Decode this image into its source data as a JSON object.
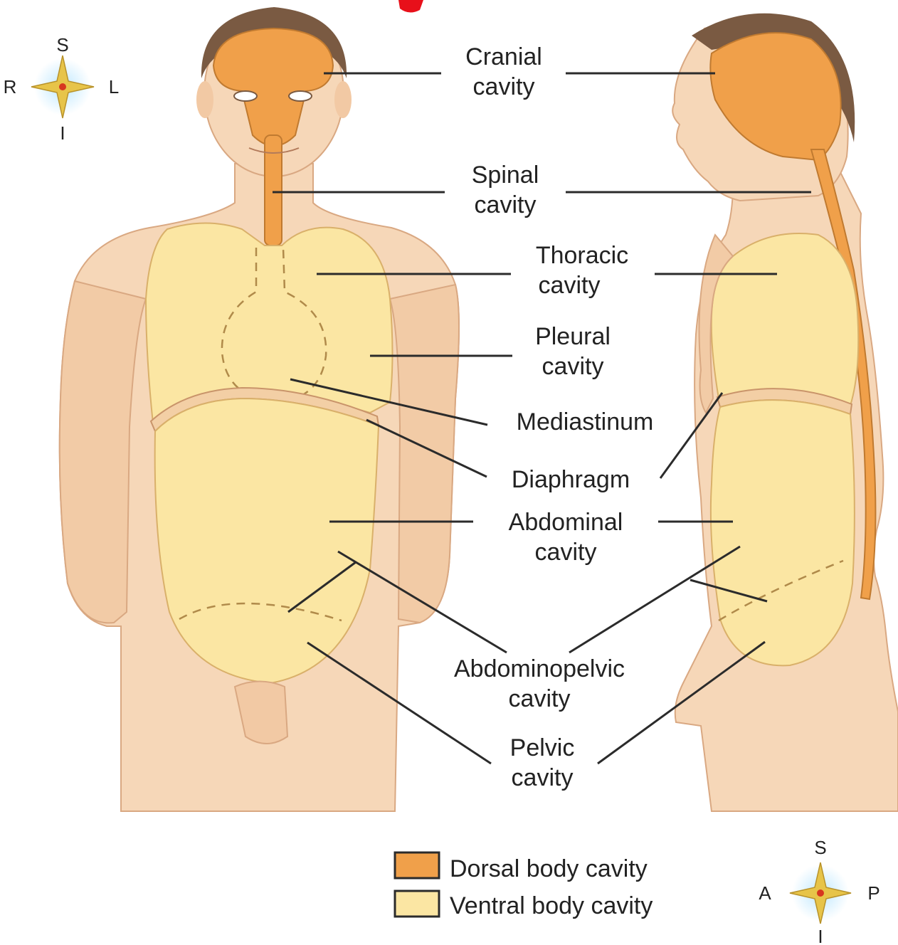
{
  "labels": {
    "cranial": [
      "Cranial",
      "cavity"
    ],
    "spinal": [
      "Spinal",
      "cavity"
    ],
    "thoracic": [
      "Thoracic",
      "cavity"
    ],
    "pleural": [
      "Pleural",
      "cavity"
    ],
    "mediastinum": "Mediastinum",
    "diaphragm": "Diaphragm",
    "abdominal": [
      "Abdominal",
      "cavity"
    ],
    "abdominopelvic": [
      "Abdominopelvic",
      "cavity"
    ],
    "pelvic": [
      "Pelvic",
      "cavity"
    ]
  },
  "legend": {
    "dorsal": "Dorsal body cavity",
    "ventral": "Ventral body cavity"
  },
  "compass_front": {
    "s": "S",
    "i": "I",
    "r": "R",
    "l": "L"
  },
  "compass_side": {
    "s": "S",
    "i": "I",
    "a": "A",
    "p": "P"
  },
  "colors": {
    "dorsal": "#f0a04a",
    "ventral": "#fbe6a3",
    "skin": "#f6d7b8",
    "hair": "#7a5a42"
  }
}
